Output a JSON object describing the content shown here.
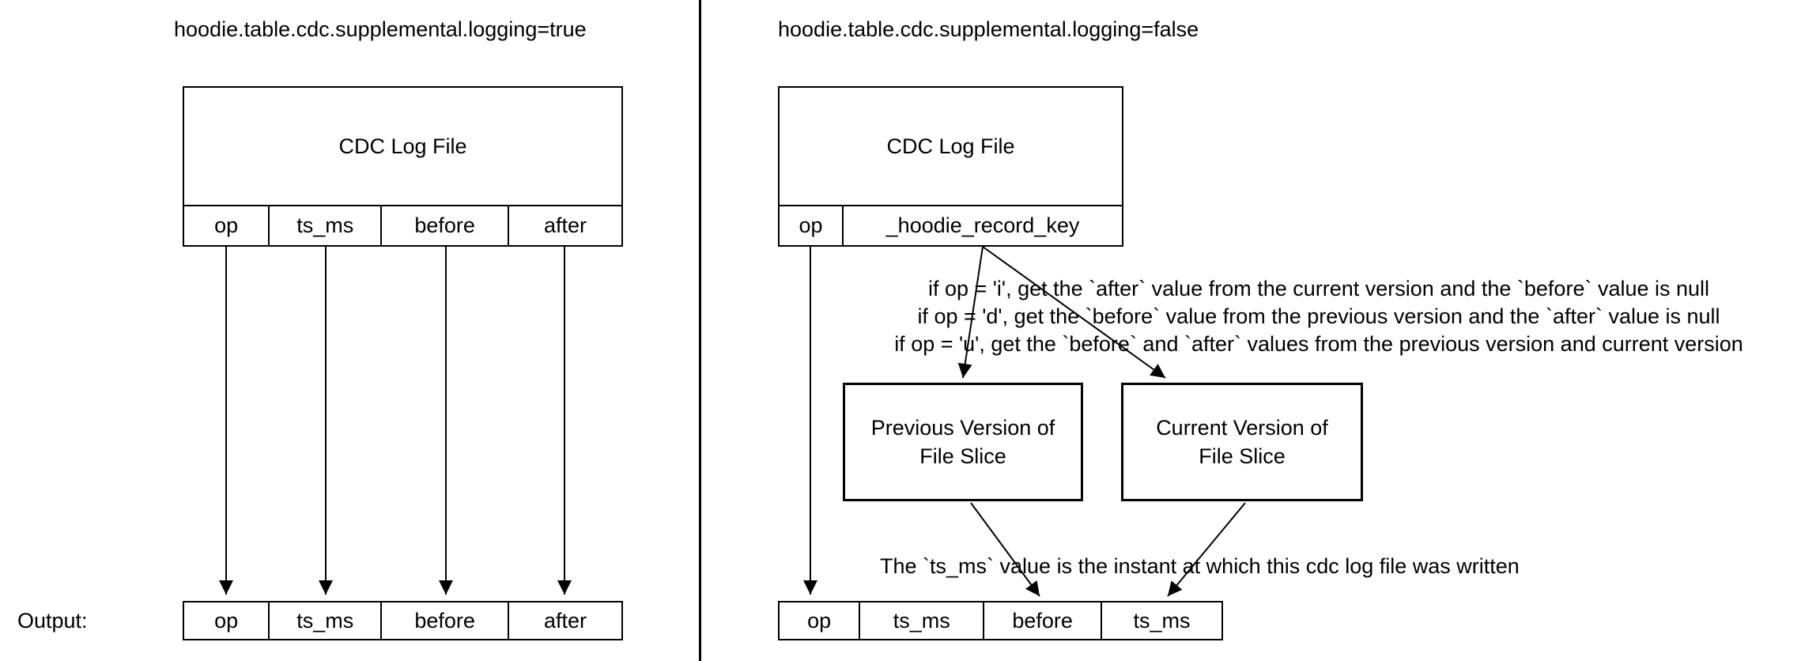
{
  "left_panel": {
    "title": "hoodie.table.cdc.supplemental.logging=true",
    "log_file_box": {
      "title": "CDC Log File",
      "columns": [
        "op",
        "ts_ms",
        "before",
        "after"
      ]
    },
    "output_label": "Output:",
    "output_columns": [
      "op",
      "ts_ms",
      "before",
      "after"
    ]
  },
  "right_panel": {
    "title": "hoodie.table.cdc.supplemental.logging=false",
    "log_file_box": {
      "title": "CDC Log File",
      "columns": [
        "op",
        "_hoodie_record_key"
      ]
    },
    "rules": [
      "if op = 'i', get the `after` value from the current version and the `before` value is null",
      "if op = 'd', get the `before` value from the previous version  and the `after` value is null",
      "if op = 'u', get the `before` and  `after` values from the previous version and current version"
    ],
    "previous_box": {
      "line1": "Previous Version of",
      "line2": "File Slice"
    },
    "current_box": {
      "line1": "Current Version of",
      "line2": "File Slice"
    },
    "ts_ms_note": "The `ts_ms` value is the instant at which this cdc log file was written",
    "output_columns": [
      "op",
      "ts_ms",
      "before",
      "ts_ms"
    ]
  },
  "colors": {
    "line": "#000000",
    "background": "#ffffff"
  }
}
